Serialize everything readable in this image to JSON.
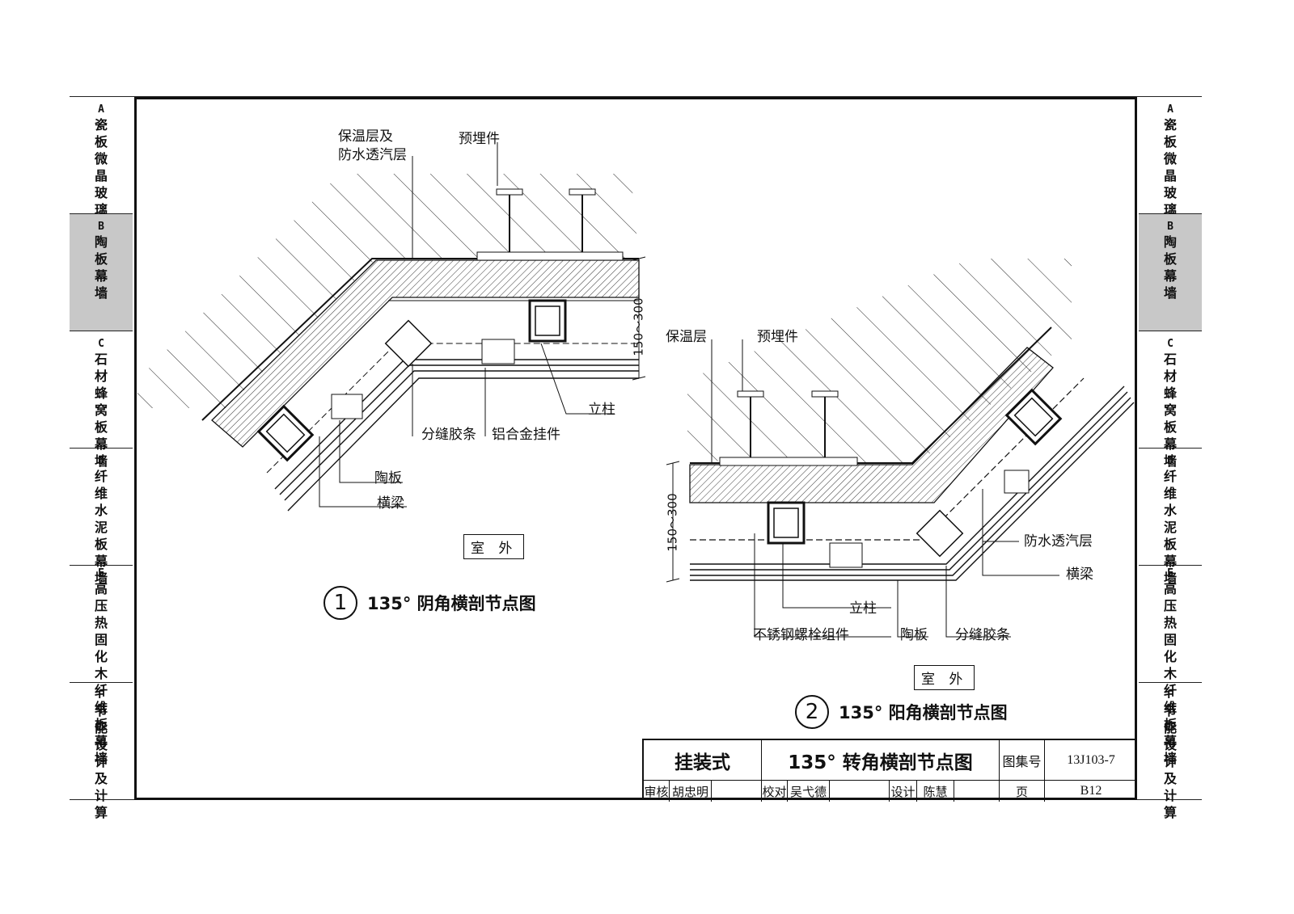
{
  "sidebar": {
    "tabs": [
      {
        "letter": "A",
        "text": "瓷板微晶玻璃板幕墙",
        "active": false
      },
      {
        "letter": "B",
        "text": "陶板幕墙",
        "active": true
      },
      {
        "letter": "C",
        "text": "石材蜂窝板幕墙",
        "active": false
      },
      {
        "letter": "D",
        "text": "纤维水泥板幕墙",
        "active": false
      },
      {
        "letter": "E",
        "text": "高压热固化木纤维板幕墙",
        "active": false
      },
      {
        "letter": "F",
        "text": "节能设计及计算",
        "active": false
      }
    ]
  },
  "detail1": {
    "labels": {
      "insulation_waterproof_1": "保温层及",
      "insulation_waterproof_2": "防水透汽层",
      "embedded_part": "预埋件",
      "dim": "150～300",
      "column": "立柱",
      "joint_strip": "分缝胶条",
      "alu_hanger": "铝合金挂件",
      "terracotta": "陶板",
      "beam": "横梁",
      "outdoor": "室 外"
    },
    "number": "1",
    "caption": "135° 阴角横剖节点图"
  },
  "detail2": {
    "labels": {
      "insulation": "保温层",
      "embedded_part": "预埋件",
      "dim": "150～300",
      "waterproof": "防水透汽层",
      "beam": "横梁",
      "column": "立柱",
      "bolt_assembly": "不锈钢螺栓组件",
      "terracotta": "陶板",
      "joint_strip": "分缝胶条",
      "outdoor": "室 外"
    },
    "number": "2",
    "caption": "135° 阳角横剖节点图"
  },
  "title_block": {
    "type": "挂装式",
    "title": "135° 转角横剖节点图",
    "atlas_label": "图集号",
    "atlas_no": "13J103-7",
    "review_label": "审核",
    "reviewer": "胡忠明",
    "check_label": "校对",
    "checker": "吴弋德",
    "design_label": "设计",
    "designer": "陈慧",
    "page_label": "页",
    "page_no": "B12"
  }
}
